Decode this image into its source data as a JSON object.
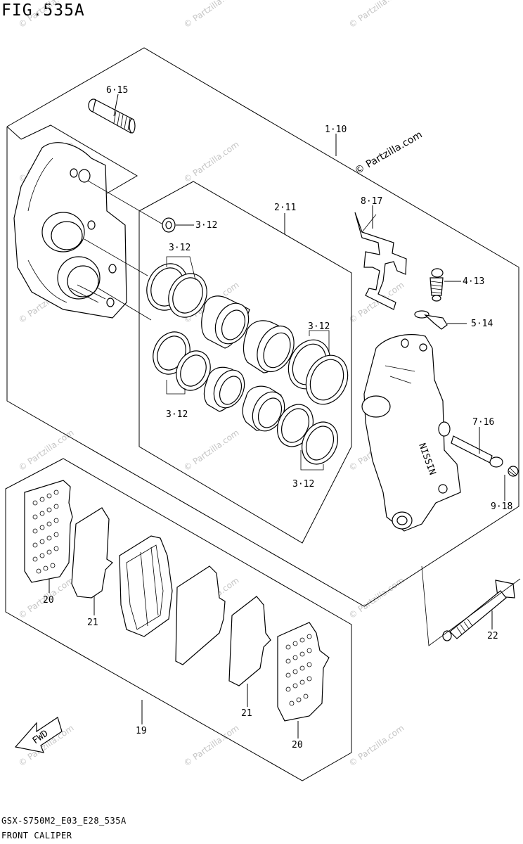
{
  "figure": {
    "title": "FIG.535A",
    "model_code": "GSX-S750M2_E03_E28_535A",
    "caption": "FRONT CALIPER"
  },
  "callouts": [
    {
      "id": "c-6-15",
      "text": "6·15"
    },
    {
      "id": "c-1-10",
      "text": "1·10"
    },
    {
      "id": "c-3-12-washer",
      "text": "3·12"
    },
    {
      "id": "c-2-11",
      "text": "2·11"
    },
    {
      "id": "c-8-17",
      "text": "8·17"
    },
    {
      "id": "c-3-12-a",
      "text": "3·12"
    },
    {
      "id": "c-4-13",
      "text": "4·13"
    },
    {
      "id": "c-5-14",
      "text": "5·14"
    },
    {
      "id": "c-3-12-b",
      "text": "3·12"
    },
    {
      "id": "c-3-12-c",
      "text": "3·12"
    },
    {
      "id": "c-7-16",
      "text": "7·16"
    },
    {
      "id": "c-3-12-d",
      "text": "3·12"
    },
    {
      "id": "c-9-18",
      "text": "9·18"
    },
    {
      "id": "c-20-a",
      "text": "20"
    },
    {
      "id": "c-21-a",
      "text": "21"
    },
    {
      "id": "c-22",
      "text": "22"
    },
    {
      "id": "c-21-b",
      "text": "21"
    },
    {
      "id": "c-19",
      "text": "19"
    },
    {
      "id": "c-20-b",
      "text": "20"
    }
  ],
  "caliper_marking": "NISSIN",
  "fwd_arrow_label": "FWD",
  "watermark": {
    "brand_text": "© Partzilla.com",
    "faint_text": "© Partzilla.com"
  }
}
